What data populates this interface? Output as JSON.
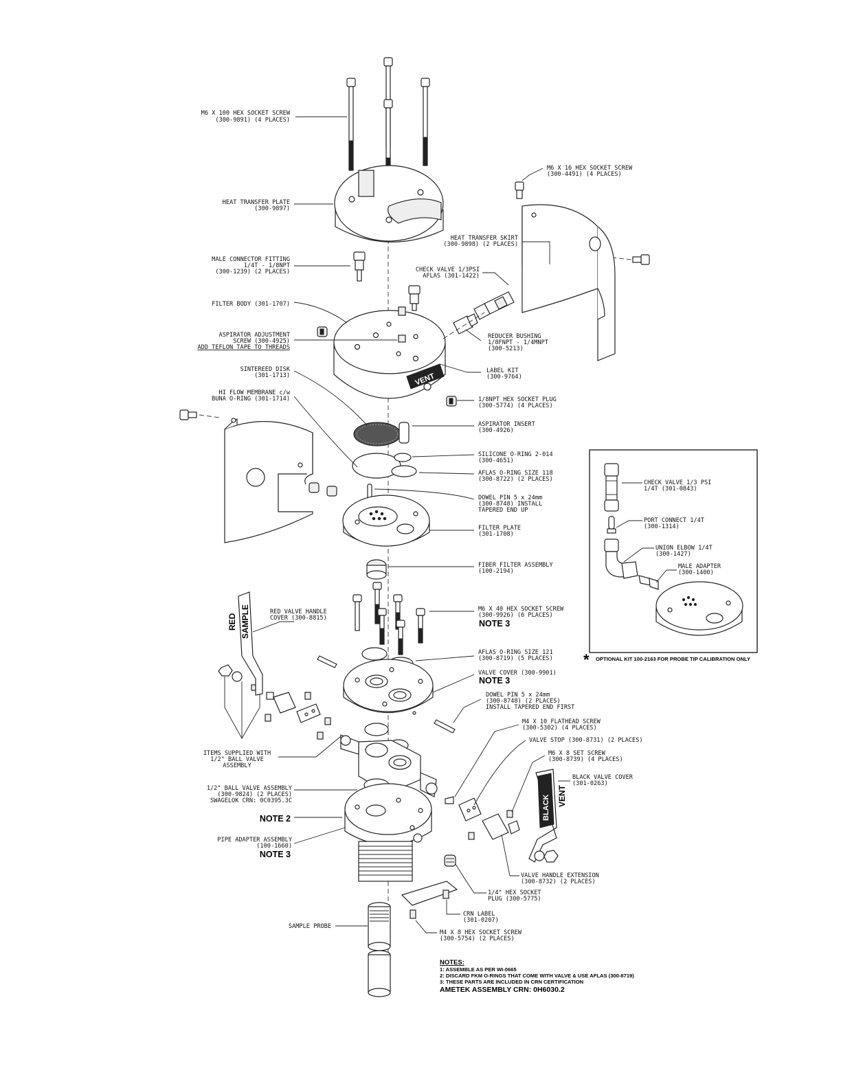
{
  "callouts": {
    "m6x100": [
      "M6 X 100 HEX SOCKET SCREW",
      "(300-9891) (4 PLACES)"
    ],
    "heat_plate": [
      "HEAT TRANSFER PLATE",
      "(300-9897)"
    ],
    "male_connector": [
      "MALE CONNECTOR FITTING",
      "1/4T - 1/8NPT",
      "(300-1239) (2 PLACES)"
    ],
    "filter_body": [
      "FILTER BODY (301-1707)"
    ],
    "aspirator_screw": [
      "ASPIRATOR ADJUSTMENT",
      "SCREW (300-4925)",
      "ADD TEFLON TAPE TO THREADS"
    ],
    "sintered_disk": [
      "SINTEREED DISK",
      "(301-1713)"
    ],
    "hi_flow": [
      "HI FLOW MEMBRANE c/w",
      "BUNA O-RING (301-1714)"
    ],
    "m6x16": [
      "M6 X 16 HEX SOCKET SCREW",
      "(300-4491) (4 PLACES)"
    ],
    "heat_skirt": [
      "HEAT TRANSFER SKIRT",
      "(300-9898) (2 PLACES)"
    ],
    "check_valve_13": [
      "CHECK VALVE 1/3PSI",
      "AFLAS (301-1422)"
    ],
    "reducer": [
      "REDUCER BUSHING",
      "1/8FNPT - 1/4MNPT",
      "(300-5213)"
    ],
    "label_kit": [
      "LABEL KIT",
      "(300-9764)"
    ],
    "hex_plug": [
      "1/8NPT HEX SOCKET PLUG",
      "(300-5774) (4 PLACES)"
    ],
    "aspirator_insert": [
      "ASPIRATOR INSERT",
      "(300-4926)"
    ],
    "silicone_oring": [
      "SILICONE O-RING 2-014",
      "(300-4651)"
    ],
    "aflas_118": [
      "AFLAS O-RING SIZE 118",
      "(300-8722) (2 PLACES)"
    ],
    "dowel_top": [
      "DOWEL PIN 5 x 24mm",
      "(300-8748) INSTALL",
      "TAPERED END UP"
    ],
    "filter_plate": [
      "FILTER PLATE",
      "(301-1708)"
    ],
    "fiber_filter": [
      "FIBER FILTER ASSEMBLY",
      "(100-2194)"
    ],
    "m6x40": [
      "M6 X 40 HEX SOCKET SCREW",
      "(300-9926) (6 PLACES)"
    ],
    "aflas_121": [
      "AFLAS O-RING SIZE 121",
      "(300-8719) (5 PLACES)"
    ],
    "valve_cover": [
      "VALVE COVER (300-9901)"
    ],
    "dowel_bottom": [
      "DOWEL PIN 5 x 24mm",
      "(300-8748) (2 PLACES)",
      "INSTALL TAPERED END FIRST"
    ],
    "m4x10": [
      "M4 X 10 FLATHEAD SCREW",
      "(300-5302) (4 PLACES)"
    ],
    "valve_stop": [
      "VALVE STOP (300-8731) (2 PLACES)"
    ],
    "m6x8": [
      "M6 X 8 SET SCREW",
      "(300-8739) (4 PLACES)"
    ],
    "black_cover": [
      "BLACK VALVE COVER",
      "(301-0263)"
    ],
    "red_cover": [
      "RED VALVE HANDLE",
      "COVER (300-8815)"
    ],
    "items_supplied": [
      "ITEMS SUPPLIED WITH",
      "1/2\" BALL VALVE",
      "ASSEMBLY"
    ],
    "ball_valve": [
      "1/2\" BALL VALVE ASSEMBLY",
      "(300-9824) (2 PLACES)",
      "SWAGELOK CRN: 0C0395.3C"
    ],
    "pipe_adapter": [
      "PIPE ADAPTER ASSEMBLY",
      "(100-1660)"
    ],
    "handle_ext": [
      "VALVE HANDLE EXTENSION",
      "(300-8732) (2 PLACES)"
    ],
    "hex_plug_14": [
      "1/4\" HEX SOCKET",
      "PLUG (300-5775)"
    ],
    "crn_label": [
      "CRN LABEL",
      "(301-0207)"
    ],
    "m4x8": [
      "M4 X 8 HEX SOCKET SCREW",
      "(300-5754) (2 PLACES)"
    ],
    "sample_probe": [
      "SAMPLE PROBE"
    ]
  },
  "notes_inline": {
    "note3_a": "NOTE 3",
    "note3_b": "NOTE 3",
    "note2": "NOTE 2",
    "note3_c": "NOTE 3"
  },
  "inset": {
    "check_valve": [
      "CHECK VALVE 1/3 PSI",
      "1/4T (301-0843)"
    ],
    "port_connect": [
      "PORT CONNECT 1/4T",
      "(300-1314)"
    ],
    "union_elbow": [
      "UNION ELBOW 1/4T",
      "(300-1427)"
    ],
    "male_adapter": [
      "MALE ADAPTER",
      "(300-1400)"
    ],
    "asterisk": "*",
    "optional": "OPTIONAL KIT 100-2163 FOR PROBE TIP CALIBRATION ONLY"
  },
  "part_markings": {
    "vent_label": "VENT",
    "red": "RED",
    "sample": "SAMPLE",
    "black": "BLACK",
    "vent": "VENT"
  },
  "notes_block": {
    "heading": "NOTES:",
    "items": [
      "1: ASSEMBLE AS PER WI-0665",
      "2: DISCARD FKM O-RINGS THAT COME WITH VALVE & USE AFLAS (300-8719)",
      "3: THESE PARTS ARE INCLUDED IN CRN CERTIFICATION"
    ],
    "crn": "AMETEK ASSEMBLY CRN: 0H6030.2"
  }
}
